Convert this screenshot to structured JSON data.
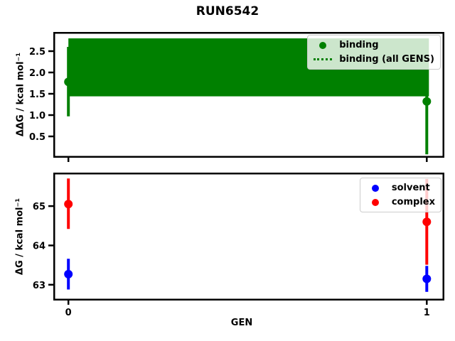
{
  "title": "RUN6542",
  "xlabel": "GEN",
  "chart_data": [
    {
      "type": "scatter",
      "name": "binding-free-energy",
      "ylabel": "ΔΔG / kcal mol⁻¹",
      "xlim": [
        -0.042,
        1.049
      ],
      "ylim": [
        0.0,
        2.95
      ],
      "yticks": [
        {
          "v": 0.5,
          "label": "0.5"
        },
        {
          "v": 1.0,
          "label": "1.0"
        },
        {
          "v": 1.5,
          "label": "1.5"
        },
        {
          "v": 2.0,
          "label": "2.0"
        },
        {
          "v": 2.5,
          "label": "2.5"
        }
      ],
      "xticks": [
        {
          "v": 0,
          "label": "0"
        },
        {
          "v": 1,
          "label": "1"
        }
      ],
      "grid": false,
      "legend_position": "upper right",
      "band": {
        "label": "binding (all GENS)",
        "lo": 1.44,
        "hi": 2.8,
        "mean": 2.12,
        "style": "dotted",
        "color": "#008000"
      },
      "series": [
        {
          "name": "binding",
          "label": "binding",
          "color": "#008000",
          "marker": "circle",
          "x": [
            0,
            1
          ],
          "y": [
            1.78,
            1.32
          ],
          "err_lo": [
            0.97,
            0.08
          ],
          "err_hi": [
            2.6,
            2.56
          ]
        }
      ]
    },
    {
      "type": "scatter",
      "name": "absolute-free-energy",
      "ylabel": "ΔG / kcal mol⁻¹",
      "xlim": [
        -0.042,
        1.049
      ],
      "ylim": [
        62.6,
        65.85
      ],
      "yticks": [
        {
          "v": 63,
          "label": "63"
        },
        {
          "v": 64,
          "label": "64"
        },
        {
          "v": 65,
          "label": "65"
        }
      ],
      "xticks": [
        {
          "v": 0,
          "label": "0"
        },
        {
          "v": 1,
          "label": "1"
        }
      ],
      "grid": false,
      "legend_position": "upper right",
      "series": [
        {
          "name": "solvent",
          "label": "solvent",
          "color": "#0000ff",
          "marker": "circle",
          "x": [
            0,
            1
          ],
          "y": [
            63.27,
            63.15
          ],
          "err_lo": [
            62.88,
            62.82
          ],
          "err_hi": [
            63.66,
            63.48
          ]
        },
        {
          "name": "complex",
          "label": "complex",
          "color": "#ff0000",
          "marker": "circle",
          "x": [
            0,
            1
          ],
          "y": [
            65.05,
            64.6
          ],
          "err_lo": [
            64.42,
            63.51
          ],
          "err_hi": [
            65.7,
            65.69
          ]
        }
      ]
    }
  ]
}
